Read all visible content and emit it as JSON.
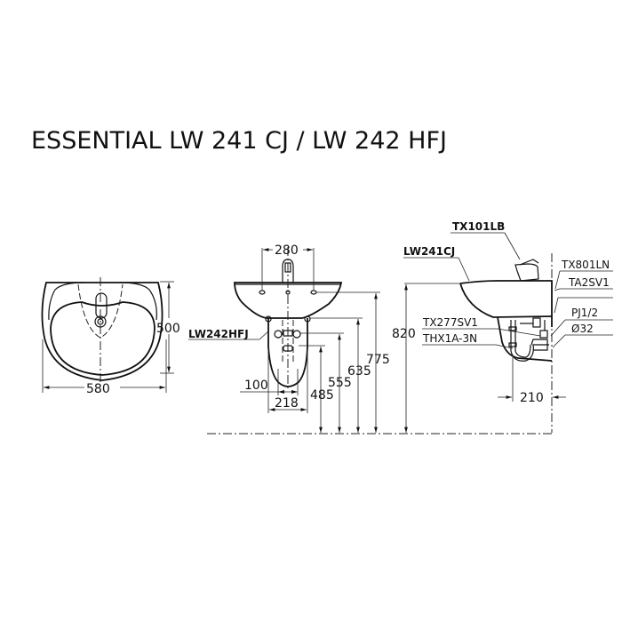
{
  "title": "ESSENTIAL LW 241 CJ / LW 242 HFJ",
  "top_view": {
    "width_dim": "580",
    "depth_dim": "500"
  },
  "front_view": {
    "faucet_spacing_dim": "280",
    "pedestal_label": "LW242HFJ",
    "pedestal_inner_dim": "100",
    "pedestal_width_dim": "218",
    "heights": [
      "485",
      "555",
      "635",
      "775"
    ]
  },
  "side_view": {
    "basin_label": "LW241CJ",
    "faucet_label": "TX101LB",
    "height_dim": "820",
    "wall_dim": "210",
    "parts": {
      "drain": "TX801LN",
      "angle_valve": "TA2SV1",
      "stop_valve": "TX277SV1",
      "trap": "THX1A-3N",
      "supply": "PJ1/2",
      "outlet": "Ø32"
    }
  },
  "colors": {
    "line": "#111111",
    "background": "#ffffff"
  }
}
